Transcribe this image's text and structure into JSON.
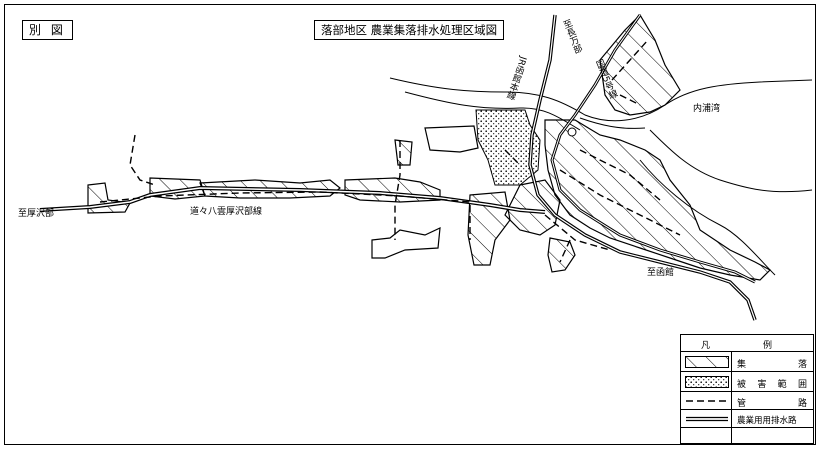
{
  "header": {
    "figure_label": "別 図",
    "title": "落部地区 農業集落排水処理区域図"
  },
  "map_labels": {
    "to_atsusawabe": "至厚沢部",
    "route_name": "道々八雲厚沢部線",
    "jr_line": "JR函館本線",
    "to_oshamambe": "至長万部",
    "national_route": "国道5号線",
    "uchiura_bay": "内浦湾",
    "to_hakodate": "至函館"
  },
  "legend": {
    "title_left": "凡",
    "title_right": "例",
    "items": [
      {
        "symbol": "hatch-area",
        "label": "集 落"
      },
      {
        "symbol": "dotted-area",
        "label": "被 害 範 囲"
      },
      {
        "symbol": "dashed-line",
        "label": "管 路"
      },
      {
        "symbol": "double-line",
        "label": "農業用用排水路"
      }
    ]
  }
}
